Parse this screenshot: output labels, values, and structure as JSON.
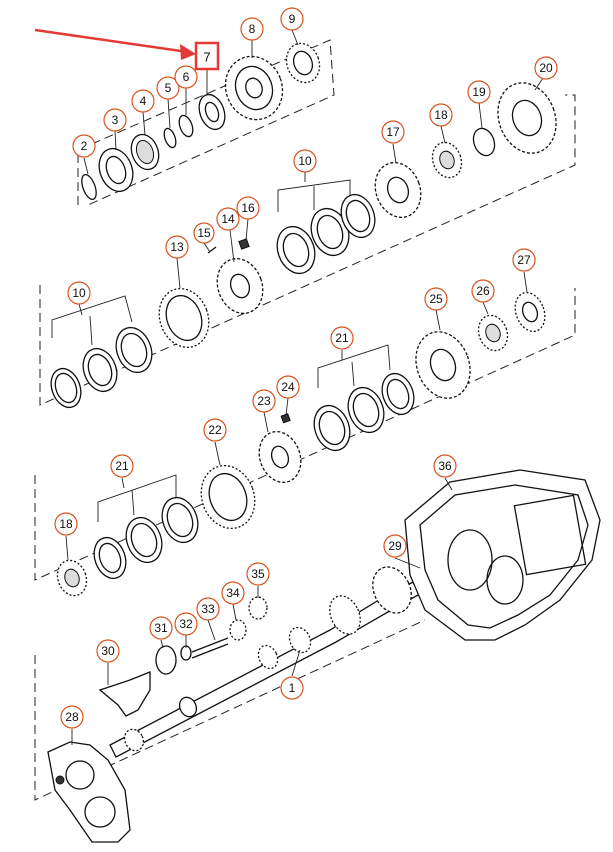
{
  "callouts": {
    "c1": "1",
    "c2": "2",
    "c3": "3",
    "c4": "4",
    "c5": "5",
    "c6": "6",
    "c7": "7",
    "c8": "8",
    "c9": "9",
    "c10a": "10",
    "c10b": "10",
    "c13": "13",
    "c14": "14",
    "c15": "15",
    "c16": "16",
    "c17": "17",
    "c18a": "18",
    "c18b": "18",
    "c19": "19",
    "c20": "20",
    "c21a": "21",
    "c21b": "21",
    "c22": "22",
    "c23": "23",
    "c24": "24",
    "c25": "25",
    "c26": "26",
    "c27": "27",
    "c28": "28",
    "c29": "29",
    "c30": "30",
    "c31": "31",
    "c32": "32",
    "c33": "33",
    "c34": "34",
    "c35": "35",
    "c36": "36"
  },
  "highlight": {
    "label": "7",
    "color": "#e53935"
  },
  "colors": {
    "callout_ring": "#d9531e",
    "line": "#111111",
    "arrow": "#e53935"
  }
}
